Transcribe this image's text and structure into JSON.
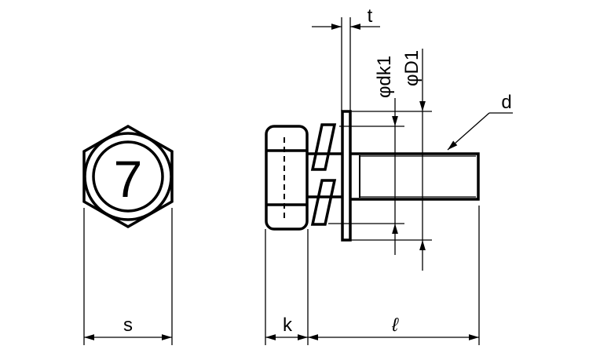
{
  "labels": {
    "head_mark": "7",
    "s": "s",
    "k": "k",
    "l": "ℓ",
    "t": "t",
    "dk1": "φdk1",
    "D1": "φD1",
    "d": "d"
  },
  "colors": {
    "line": "#000000",
    "background": "#ffffff"
  }
}
